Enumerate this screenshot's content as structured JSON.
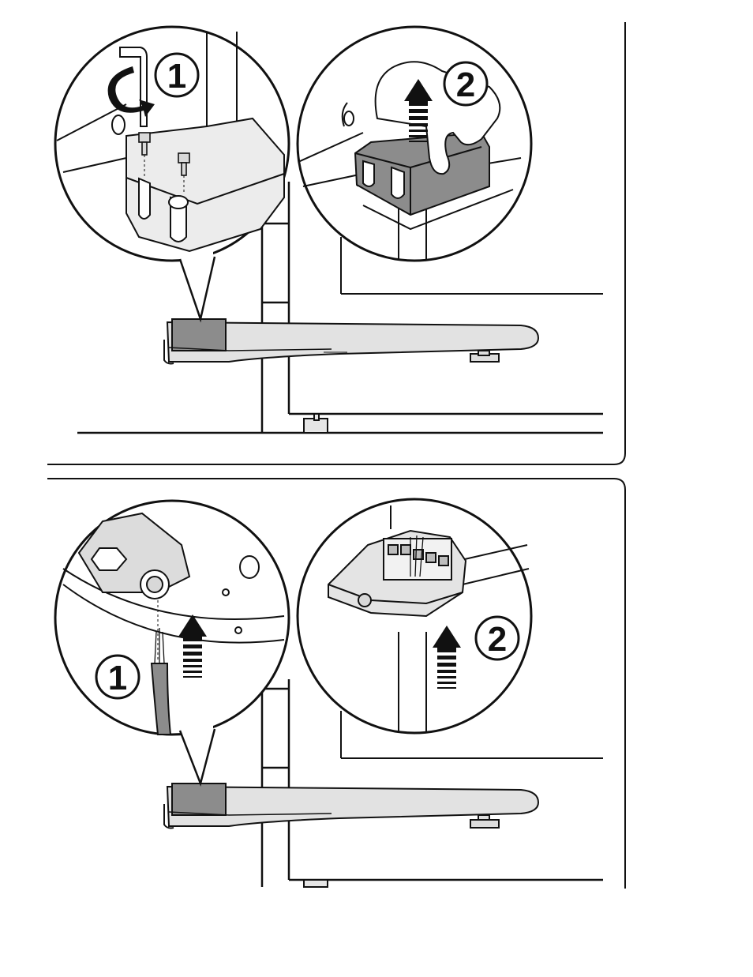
{
  "figure": {
    "panels": [
      {
        "step_a_label": "1",
        "step_b_label": "2",
        "step_a_action": "unscrew-cover-screws",
        "step_b_action": "lift-cover"
      },
      {
        "step_a_label": "1",
        "step_b_label": "2",
        "step_a_action": "insert-cable",
        "step_b_action": "replace-cover"
      }
    ]
  },
  "colors": {
    "line": "#111111",
    "cover_gray": "#8c8c8c",
    "motor_light": "#e2e2e2",
    "motor_mid": "#cfcfcf",
    "detail_gray": "#bdbdbd"
  },
  "icons": {
    "arrow_up": "up-arrow-icon",
    "rotate": "rotate-arrow-icon",
    "hex_key": "hex-key-icon",
    "screw": "screw-icon",
    "cable": "cable-icon"
  }
}
